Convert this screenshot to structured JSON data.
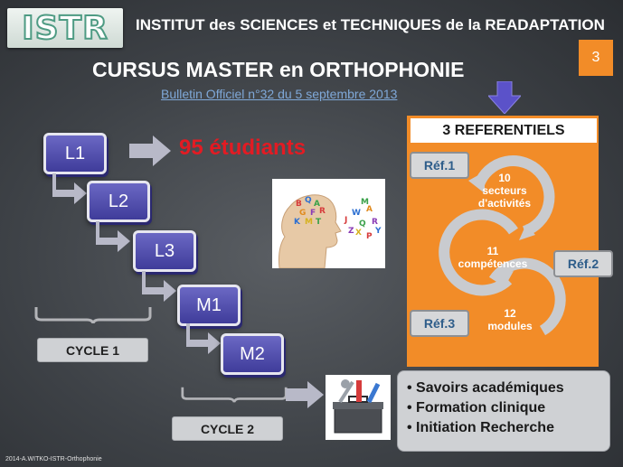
{
  "header": {
    "logo_text": "ISTR",
    "institute": "INSTITUT des SCIENCES et TECHNIQUES de la READAPTATION",
    "page_number": "3"
  },
  "title": "CURSUS MASTER en ORTHOPHONIE",
  "subtitle_link": "Bulletin Officiel n°32 du 5 septembre 2013",
  "levels": [
    "L1",
    "L2",
    "L3",
    "M1",
    "M2"
  ],
  "students": "95 étudiants",
  "cycles": {
    "cycle1": "CYCLE 1",
    "cycle2": "CYCLE 2"
  },
  "referentiels": {
    "header": "3 REFERENTIELS",
    "tags": [
      "Réf.1",
      "Réf.2",
      "Réf.3"
    ],
    "cycle_items": [
      {
        "number": "10",
        "line1": "secteurs",
        "line2": "d'activités"
      },
      {
        "number": "11",
        "line1": "compétences",
        "line2": ""
      },
      {
        "number": "12",
        "line1": "modules",
        "line2": ""
      }
    ],
    "panel_color": "#f28c28"
  },
  "bullets": [
    "• Savoirs académiques",
    "• Formation clinique",
    "• Initiation Recherche"
  ],
  "images": {
    "brain": "head-with-letters-image",
    "toolbox": "toolbox-image"
  },
  "footer": "2014-A.WITKO-ISTR-Orthophonie",
  "colors": {
    "accent_orange": "#f28c28",
    "level_blue": "#4f4cb0",
    "students_red": "#e31b23",
    "link_blue": "#7fa8d8"
  }
}
